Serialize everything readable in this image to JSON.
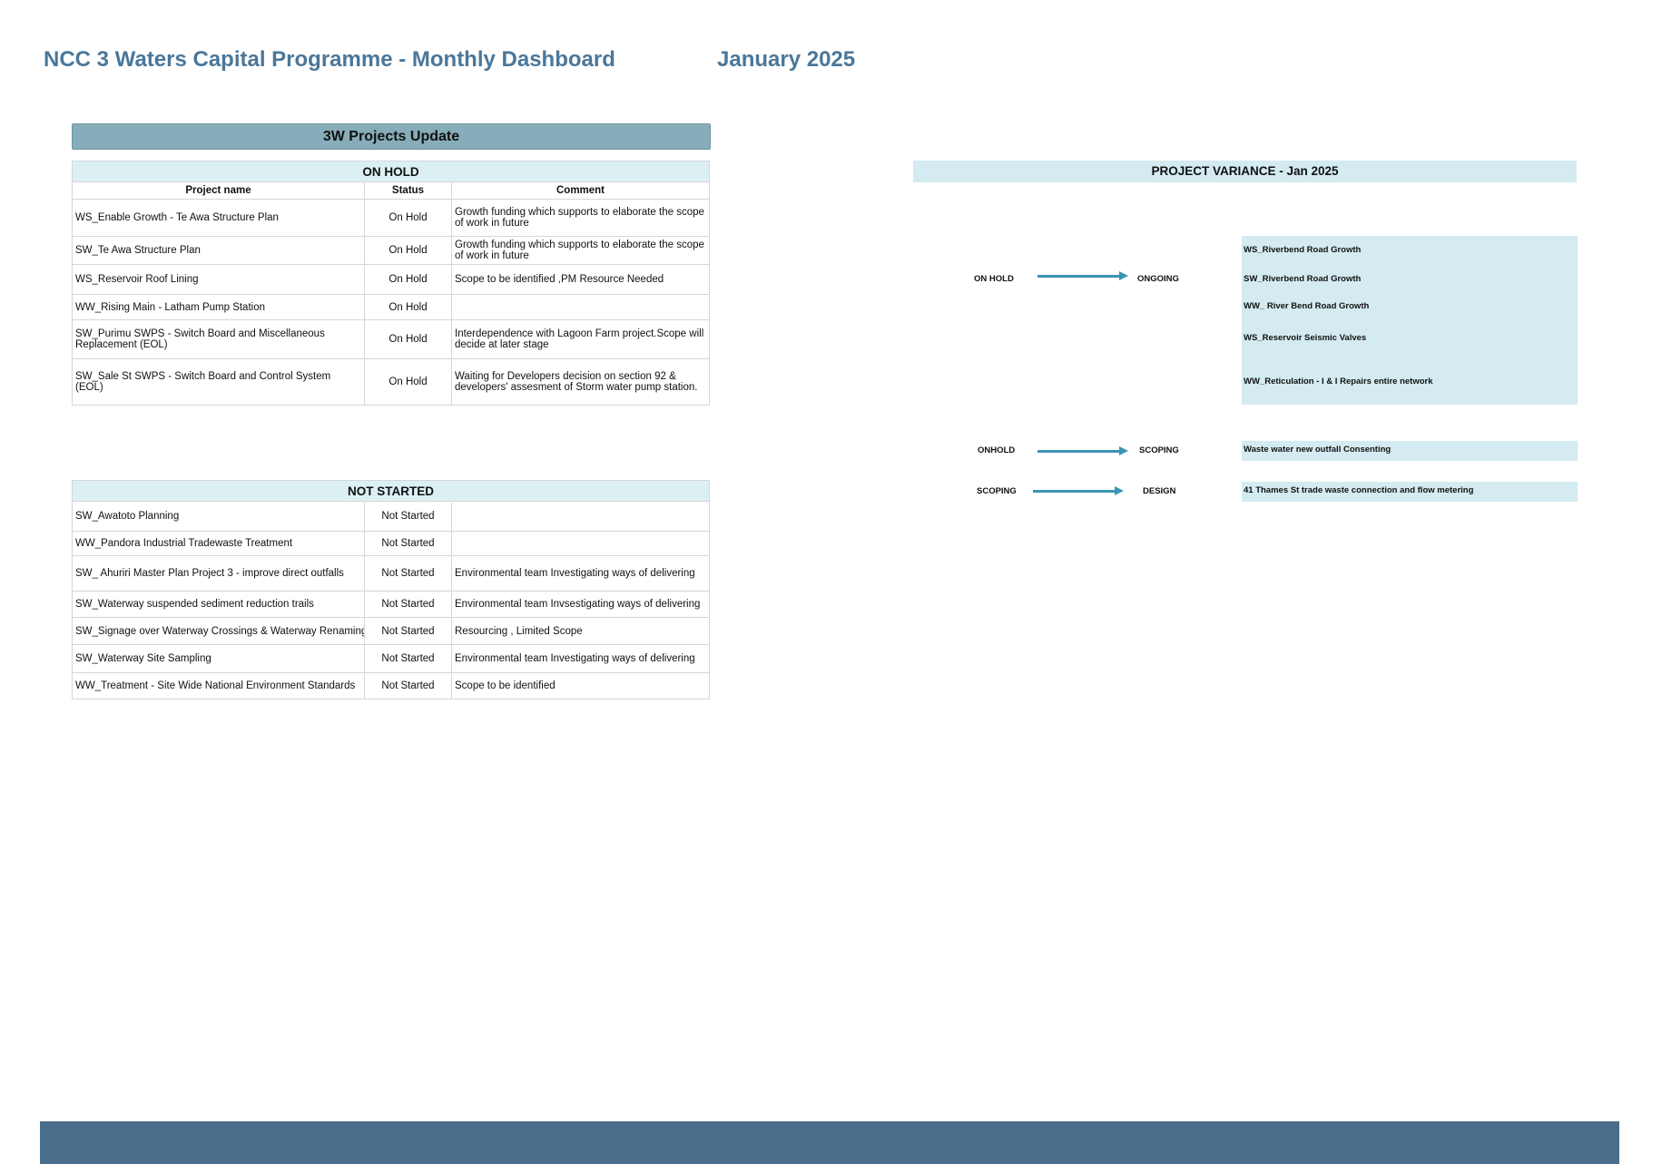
{
  "header": {
    "title": "NCC 3 Waters Capital Programme - Monthly Dashboard",
    "month": "January 2025"
  },
  "update_banner": "3W Projects Update",
  "on_hold": {
    "title": "ON HOLD",
    "columns": [
      "Project name",
      "Status",
      "Comment"
    ],
    "rows": [
      {
        "name": "WS_Enable Growth - Te Awa Structure Plan",
        "status": "On Hold",
        "comment": "Growth funding which supports to elaborate the scope of work in future"
      },
      {
        "name": "SW_Te Awa Structure Plan",
        "status": "On Hold",
        "comment": "Growth funding which supports to elaborate the scope of work in future"
      },
      {
        "name": "WS_Reservoir Roof Lining",
        "status": "On Hold",
        "comment": "Scope  to be identified ,PM Resource Needed"
      },
      {
        "name": "WW_Rising Main - Latham Pump Station",
        "status": "On Hold",
        "comment": ""
      },
      {
        "name": "SW_Purimu SWPS - Switch Board and Miscellaneous Replacement (EOL)",
        "status": "On Hold",
        "comment": "Interdependence with Lagoon Farm project.Scope will decide at later stage"
      },
      {
        "name": "SW_Sale St SWPS - Switch Board and Control System (EOL)",
        "status": "On Hold",
        "comment": "Waiting for Developers decision on section 92 & developers' assesment of Storm water pump station."
      }
    ]
  },
  "not_started": {
    "title": "NOT STARTED",
    "rows": [
      {
        "name": "SW_Awatoto Planning",
        "status": "Not Started",
        "comment": ""
      },
      {
        "name": "WW_Pandora Industrial Tradewaste Treatment",
        "status": "Not Started",
        "comment": ""
      },
      {
        "name": "SW_ Ahuriri Master Plan Project 3 - improve direct outfalls",
        "status": "Not Started",
        "comment": "Environmental team Investigating ways of delivering"
      },
      {
        "name": "SW_Waterway suspended sediment reduction trails",
        "status": "Not Started",
        "comment": "Environmental team Invsestigating ways of delivering"
      },
      {
        "name": "SW_Signage over Waterway Crossings & Waterway Renaming",
        "status": "Not Started",
        "comment": "Resourcing , Limited Scope"
      },
      {
        "name": "SW_Waterway Site Sampling",
        "status": "Not Started",
        "comment": "Environmental team Investigating ways of delivering"
      },
      {
        "name": "WW_Treatment - Site Wide National Environment Standards",
        "status": "Not Started",
        "comment": "Scope  to be identified"
      }
    ]
  },
  "variance": {
    "title": "PROJECT VARIANCE - Jan 2025",
    "groups": [
      {
        "from": "ON HOLD",
        "to": "ONGOING",
        "projects": [
          "WS_Riverbend Road Growth",
          "SW_Riverbend Road Growth",
          "WW_ River Bend Road Growth",
          "WS_Reservoir Seismic Valves",
          "WW_Reticulation - I & I Repairs entire network"
        ]
      },
      {
        "from": "ONHOLD",
        "to": "SCOPING",
        "projects": [
          "Waste water new outfall Consenting"
        ]
      },
      {
        "from": "SCOPING",
        "to": "DESIGN",
        "projects": [
          "41 Thames St trade waste connection and flow metering"
        ]
      }
    ]
  },
  "colors": {
    "title": "#4a779a",
    "banner": "#86adb9",
    "section_header": "#dcf0f4",
    "variance_box": "#d3ebf1",
    "arrow": "#3b95b4",
    "footer": "#4a6d8c"
  }
}
